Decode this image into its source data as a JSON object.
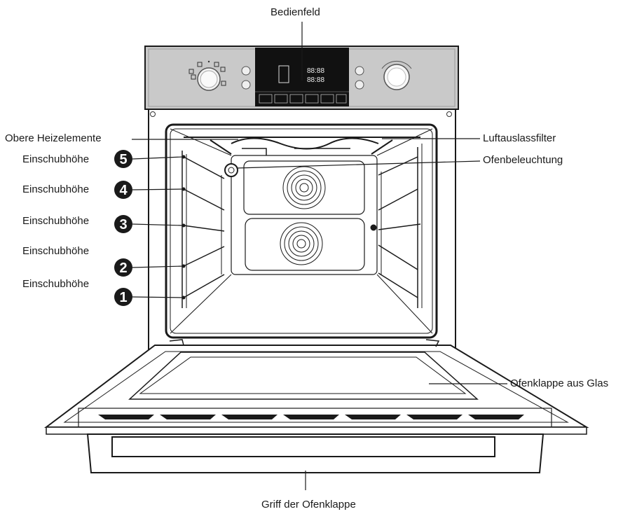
{
  "labels": {
    "control_panel": "Bedienfeld",
    "upper_heating": "Obere Heizelemente",
    "air_filter": "Luftauslassfilter",
    "oven_light": "Ofenbeleuchtung",
    "door_glass": "Ofenklappe aus Glas",
    "door_handle": "Griff der Ofenklappe",
    "shelf_levels": [
      {
        "text": "Einschubhöhe",
        "number": "5"
      },
      {
        "text": "Einschubhöhe",
        "number": "4"
      },
      {
        "text": "Einschubhöhe",
        "number": "3"
      },
      {
        "text": "Einschubhöhe",
        "number": "2"
      },
      {
        "text": "Einschubhöhe",
        "number": "1"
      }
    ]
  },
  "display": {
    "digits_top": "88:88",
    "digits_bottom": "88:88"
  },
  "colors": {
    "panel": "#c9c9c9",
    "display": "#111111",
    "line": "#1a1a1a",
    "badge": "#1a1a1a"
  }
}
